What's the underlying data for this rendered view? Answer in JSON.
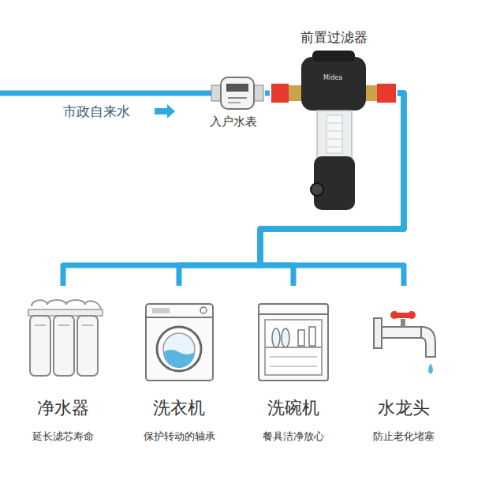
{
  "diagram": {
    "nodes": [
      {
        "text": [
          "入户水表"
        ]
      },
      {
        "text": [
          "前置过滤器"
        ]
      },
      {
        "text": [
          "净水器",
          "延长滤芯寿命"
        ]
      },
      {
        "text": [
          "洗衣机",
          "保护转动的轴承"
        ]
      },
      {
        "text": [
          "洗碗机",
          "餐具洁净放心"
        ]
      },
      {
        "text": [
          "水龙头",
          "防止老化堵塞"
        ]
      }
    ],
    "edges": [
      {
        "from": 0,
        "to": 1,
        "arrow": "none"
      },
      {
        "from": 1,
        "to": 2,
        "arrow": "none"
      },
      {
        "from": 1,
        "to": 3,
        "arrow": "none"
      },
      {
        "from": 1,
        "to": 4,
        "arrow": "none"
      },
      {
        "from": 1,
        "to": 5,
        "arrow": "none"
      }
    ],
    "labels": [
      "市政自来水",
      "Midea"
    ]
  }
}
